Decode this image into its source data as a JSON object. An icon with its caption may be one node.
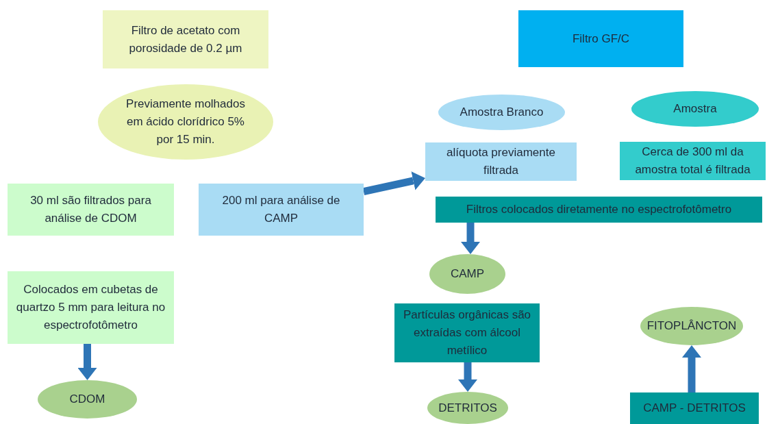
{
  "diagram": {
    "nodes": [
      {
        "text": [
          "Filtro de acetato com porosidade de 0.2 µm"
        ]
      },
      {
        "text": [
          "Previamente molhados em ácido clorídrico 5% por 15 min."
        ]
      },
      {
        "text": [
          "30 ml são filtrados para análise de CDOM"
        ]
      },
      {
        "text": [
          "200 ml para análise de CAMP"
        ]
      },
      {
        "text": [
          "Colocados em cubetas de quartzo 5 mm para leitura no espectrofotômetro"
        ]
      },
      {
        "text": [
          "CDOM"
        ]
      },
      {
        "text": [
          "Filtro GF/C"
        ]
      },
      {
        "text": [
          "Amostra Branco"
        ]
      },
      {
        "text": [
          "Amostra"
        ]
      },
      {
        "text": [
          "alíquota previamente filtrada"
        ]
      },
      {
        "text": [
          "Cerca de 300 ml da amostra total é filtrada"
        ]
      },
      {
        "text": [
          "Filtros colocados diretamente no espectrofotômetro"
        ]
      },
      {
        "text": [
          "CAMP"
        ]
      },
      {
        "text": [
          "Partículas orgânicas são extraídas com álcool metílico"
        ]
      },
      {
        "text": [
          "DETRITOS"
        ]
      },
      {
        "text": [
          "FITOPLÂNCTON"
        ]
      },
      {
        "text": [
          "CAMP - DETRITOS"
        ]
      }
    ],
    "edges": [
      {
        "from": 4,
        "to": 5,
        "arrow": "to"
      },
      {
        "from": 3,
        "to": 9,
        "arrow": "to"
      },
      {
        "from": 11,
        "to": 12,
        "arrow": "to"
      },
      {
        "from": 13,
        "to": 14,
        "arrow": "to"
      },
      {
        "from": 16,
        "to": 15,
        "arrow": "to"
      }
    ]
  }
}
